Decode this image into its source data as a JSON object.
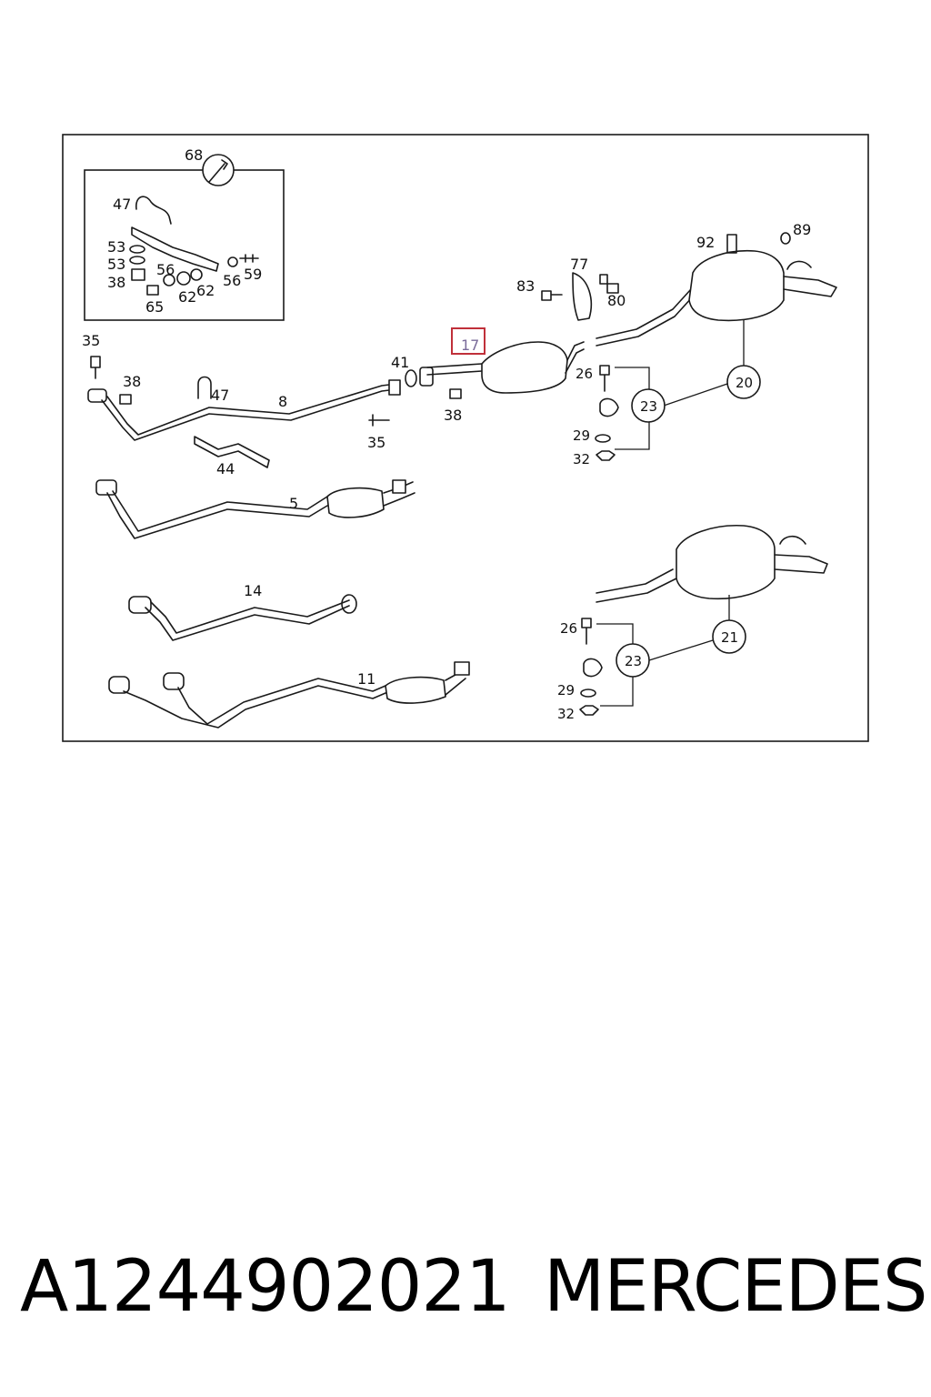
{
  "callouts": {
    "c68": "68",
    "c47a": "47",
    "c53a": "53",
    "c53b": "53",
    "c38a": "38",
    "c56a": "56",
    "c56b": "56",
    "c59": "59",
    "c62a": "62",
    "c62b": "62",
    "c65": "65",
    "c35a": "35",
    "c38b": "38",
    "c47b": "47",
    "c8": "8",
    "c44": "44",
    "c41": "41",
    "c35b": "35",
    "c38c": "38",
    "c17": "17",
    "c83": "83",
    "c77": "77",
    "c80": "80",
    "c92": "92",
    "c89": "89",
    "c26a": "26",
    "c23a": "23",
    "c20": "20",
    "c29a": "29",
    "c32a": "32",
    "c5": "5",
    "c14": "14",
    "c11": "11",
    "c26b": "26",
    "c23b": "23",
    "c21": "21",
    "c29b": "29",
    "c32b": "32"
  },
  "highlight_color": "#c0303a",
  "footer": {
    "part_number": "A1244902021",
    "brand": "MERCEDES"
  }
}
